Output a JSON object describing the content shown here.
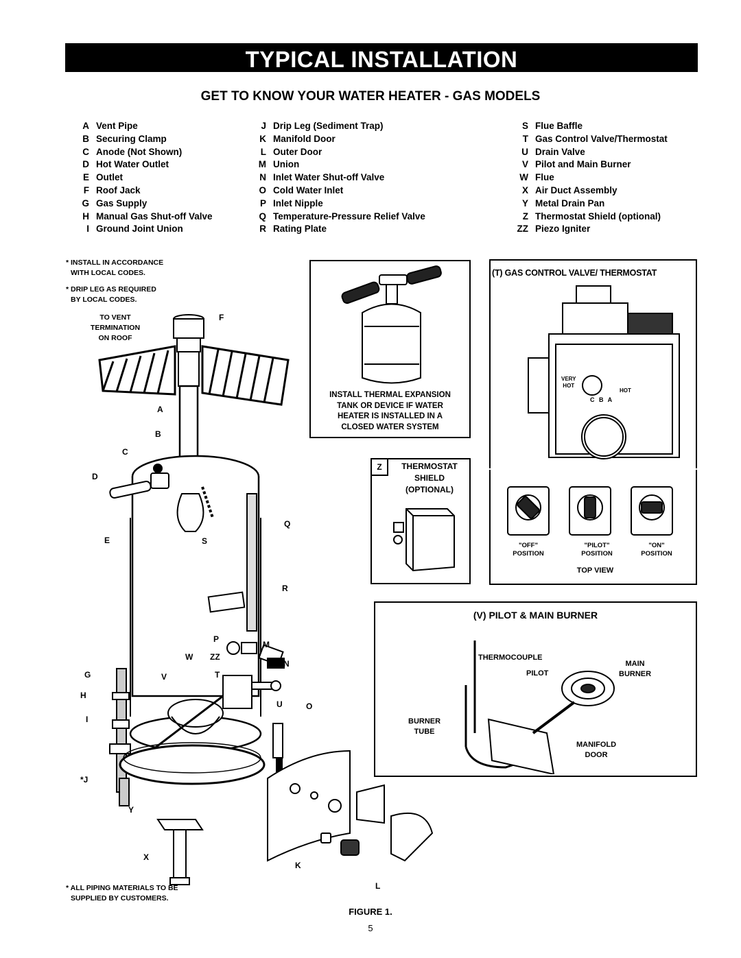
{
  "header": {
    "banner_title": "TYPICAL INSTALLATION",
    "subtitle": "GET TO KNOW YOUR WATER HEATER - GAS MODELS"
  },
  "legend": {
    "col1": [
      {
        "key": "A",
        "label": "Vent Pipe"
      },
      {
        "key": "B",
        "label": "Securing Clamp"
      },
      {
        "key": "C",
        "label": "Anode (Not Shown)"
      },
      {
        "key": "D",
        "label": "Hot Water Outlet"
      },
      {
        "key": "E",
        "label": "Outlet"
      },
      {
        "key": "F",
        "label": "Roof Jack"
      },
      {
        "key": "G",
        "label": "Gas Supply"
      },
      {
        "key": "H",
        "label": "Manual Gas Shut-off Valve"
      },
      {
        "key": "I",
        "label": "Ground Joint Union"
      }
    ],
    "col2": [
      {
        "key": "J",
        "label": "Drip Leg (Sediment Trap)"
      },
      {
        "key": "K",
        "label": "Manifold Door"
      },
      {
        "key": "L",
        "label": "Outer Door"
      },
      {
        "key": "M",
        "label": "Union"
      },
      {
        "key": "N",
        "label": "Inlet Water Shut-off Valve"
      },
      {
        "key": "O",
        "label": "Cold Water Inlet"
      },
      {
        "key": "P",
        "label": "Inlet Nipple"
      },
      {
        "key": "Q",
        "label": "Temperature-Pressure Relief Valve"
      },
      {
        "key": "R",
        "label": "Rating Plate"
      }
    ],
    "col3": [
      {
        "key": "S",
        "label": "Flue Baffle"
      },
      {
        "key": "T",
        "label": "Gas Control Valve/Thermostat"
      },
      {
        "key": "U",
        "label": "Drain Valve"
      },
      {
        "key": "V",
        "label": "Pilot and Main Burner"
      },
      {
        "key": "W",
        "label": "Flue"
      },
      {
        "key": "X",
        "label": "Air Duct Assembly"
      },
      {
        "key": "Y",
        "label": "Metal Drain Pan"
      },
      {
        "key": "Z",
        "label": "Thermostat Shield (optional)"
      },
      {
        "key": "ZZ",
        "label": "Piezo Igniter"
      }
    ]
  },
  "notes": {
    "install": [
      "* INSTALL IN ACCORDANCE",
      "WITH LOCAL CODES."
    ],
    "drip": [
      "* DRIP LEG AS REQUIRED",
      "BY LOCAL CODES."
    ],
    "vent": [
      "TO VENT",
      "TERMINATION",
      "ON ROOF"
    ],
    "piping": [
      "* ALL PIPING MATERIALS TO BE",
      "SUPPLIED BY CUSTOMERS."
    ]
  },
  "callouts": {
    "F": "F",
    "A": "A",
    "B": "B",
    "C": "C",
    "D": "D",
    "E": "E",
    "S": "S",
    "Q": "Q",
    "R": "R",
    "P": "P",
    "M": "M",
    "W": "W",
    "ZZ": "ZZ",
    "N": "N",
    "G": "G",
    "T": "T",
    "V": "V",
    "H": "H",
    "U": "U",
    "O": "O",
    "I": "I",
    "J": "*J",
    "Y": "Y",
    "X": "X",
    "K": "K",
    "L": "L"
  },
  "expansion_box": {
    "lines": [
      "INSTALL THERMAL EXPANSION",
      "TANK OR DEVICE IF WATER",
      "HEATER IS INSTALLED IN A",
      "CLOSED WATER SYSTEM"
    ]
  },
  "gas_control": {
    "title": "(T) GAS CONTROL VALVE/ THERMOSTAT",
    "very_hot": [
      "VERY",
      "HOT"
    ],
    "hot": "HOT",
    "cba": "C B A",
    "positions": [
      {
        "label": "\"OFF\"",
        "sub": "POSITION"
      },
      {
        "label": "\"PILOT\"",
        "sub": "POSITION"
      },
      {
        "label": "\"ON\"",
        "sub": "POSITION"
      }
    ],
    "top_view": "TOP VIEW"
  },
  "shield_box": {
    "key": "Z",
    "lines": [
      "THERMOSTAT",
      "SHIELD",
      "(OPTIONAL)"
    ]
  },
  "burner_box": {
    "title": "(V) PILOT & MAIN BURNER",
    "thermocouple": "THERMOCOUPLE",
    "pilot": "PILOT",
    "main": [
      "MAIN",
      "BURNER"
    ],
    "burner_tube": [
      "BURNER",
      "TUBE"
    ],
    "manifold": [
      "MANIFOLD",
      "DOOR"
    ]
  },
  "footer": {
    "figure": "FIGURE 1.",
    "page": "5"
  }
}
